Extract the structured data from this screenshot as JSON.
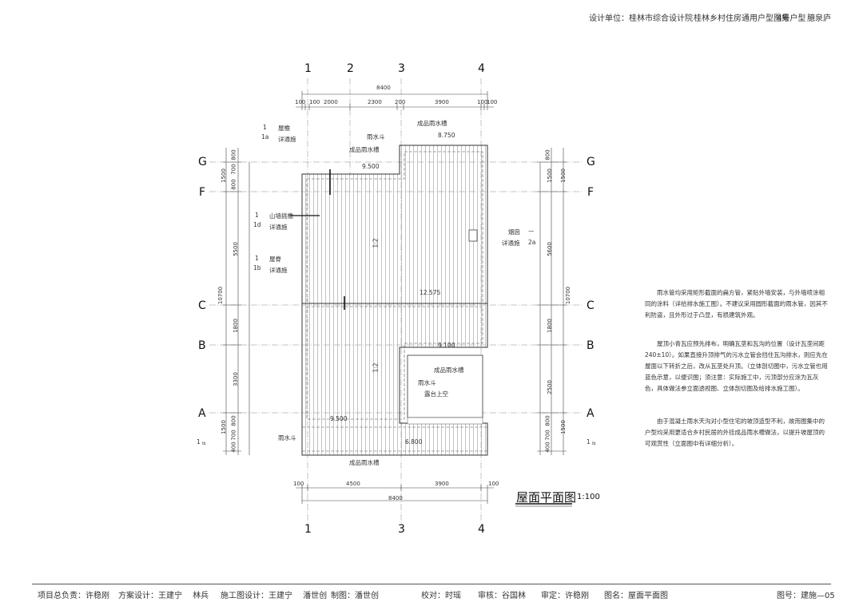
{
  "header": {
    "designer": "设计单位：桂林市综合设计院",
    "collection": "桂林乡村住房通用户型图集",
    "type": "4号户型",
    "style": "臆泉庐"
  },
  "grid_top": [
    "1",
    "2",
    "3",
    "4"
  ],
  "grid_bottom": [
    "1",
    "3",
    "4"
  ],
  "grid_rows": [
    "G",
    "F",
    "C",
    "B",
    "A"
  ],
  "dims_top": {
    "total": "8400",
    "segments": [
      "100",
      "100",
      "2000",
      "2300",
      "200",
      "3900",
      "100",
      "100"
    ]
  },
  "dims_bottom": {
    "segments": [
      "100",
      "4500",
      "3900",
      "100"
    ],
    "total": "8400"
  },
  "dims_left": {
    "outer": [
      "800",
      "700",
      "800",
      "5500",
      "1800",
      "3300",
      "800",
      "700",
      "400"
    ],
    "mid": [
      "1500",
      "1500"
    ],
    "total": "10700"
  },
  "dims_right": {
    "outer": [
      "800",
      "1500",
      "5600",
      "1800",
      "2500",
      "800",
      "700",
      "400"
    ],
    "mid": [
      "1500",
      "1500"
    ],
    "total": "10700"
  },
  "elevations": {
    "e1": "8.750",
    "e2": "9.500",
    "e3": "12.575",
    "e4": "9.100",
    "e5": "9.500",
    "e6": "6.800"
  },
  "slopes": [
    "1:2",
    "1:2"
  ],
  "annotations": {
    "gutter_top": "成品雨水槽",
    "downspout_top": "雨水斗",
    "gutter_top2": "成品雨水槽",
    "eave_num": "1",
    "eave_sub": "1a",
    "eave_label": "屋檐",
    "eave_ref": "详通施",
    "gable_num": "1",
    "gable_sub": "1d",
    "gable_label": "山墙挑檐",
    "gable_ref": "详通施",
    "ridge_num": "1",
    "ridge_sub": "1b",
    "ridge_label": "屋脊",
    "ridge_ref": "详通施",
    "chimney_label": "烟囱",
    "chimney_ref": "详通施",
    "chimney_sub": "2a",
    "chimney_dash": "—",
    "gutter_mid": "成品雨水槽",
    "downspout_mid": "雨水斗",
    "terrace": "露台上空",
    "downspout_bottom": "雨水斗",
    "gutter_bottom": "成品雨水槽",
    "sym_left": "1",
    "sym_left_sub": "lb",
    "sym_right": "1",
    "sym_right_sub": "lb"
  },
  "drawing_title": "屋面平面图",
  "drawing_scale": "1:100",
  "notes": [
    "雨水管均采用矩形截面的扁方管，紧贴外墙安装，与外墙喷涂相同的涂料（详给排水施工图）。不建议采用圆形截面的雨水管，因其不利防盗，且外形过于凸显，有损建筑外观。",
    "屋顶小青瓦应预先排布，明确瓦垄和瓦沟的位置（设计瓦垄间距240±10）。如果直接升顶排气的污水立管会挡住瓦沟排水，则应先在屋面以下转折之后，改从瓦垄处升顶。（立体剖切图中，污水立管也用蓝色示意，以便识图；须注意：实际施工中，污顶部分应涂为瓦灰色，具体做法参立面透视图、立体剖切图及给排水施工图）。",
    "由于混凝土雨水天沟对小型住宅的坡顶造型不利，故而图集中的户型均采用更适合乡村民居的外挂成品雨水槽做法，以提升坡屋顶的可观赏性（立面图中有详细分析）。"
  ],
  "footer": {
    "project_lead": "项目总负责：许稳刚",
    "scheme": "方案设计：王建宁　 林兵",
    "construction": "施工图设计：王建宁　 潘世创",
    "drafting": "制图：潘世创",
    "check": "校对：时瑶",
    "review": "审核：谷国林",
    "approve": "审定：许稳刚",
    "drawing_name": "图名：屋面平面图",
    "drawing_no": "图号：建施—05"
  }
}
